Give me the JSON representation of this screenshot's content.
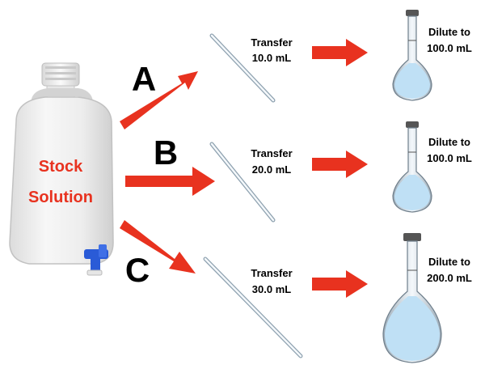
{
  "stock": {
    "line1": "Stock",
    "line2": "Solution"
  },
  "routes": [
    {
      "letter": "A",
      "transfer_line1": "Transfer",
      "transfer_line2": "10.0 mL",
      "dilute_line1": "Dilute to",
      "dilute_line2": "100.0 mL"
    },
    {
      "letter": "B",
      "transfer_line1": "Transfer",
      "transfer_line2": "20.0 mL",
      "dilute_line1": "Dilute to",
      "dilute_line2": "100.0 mL"
    },
    {
      "letter": "C",
      "transfer_line1": "Transfer",
      "transfer_line2": "30.0 mL",
      "dilute_line1": "Dilute to",
      "dilute_line2": "200.0 mL"
    }
  ],
  "colors": {
    "arrow": "#e8321f",
    "label_text": "#e8321f",
    "solution": "#bfe0f5",
    "tap": "#2a5bd7"
  },
  "icons": {
    "bottle": "carboy-bottle-icon",
    "pipet": "pipet-icon",
    "flask": "volumetric-flask-icon"
  }
}
